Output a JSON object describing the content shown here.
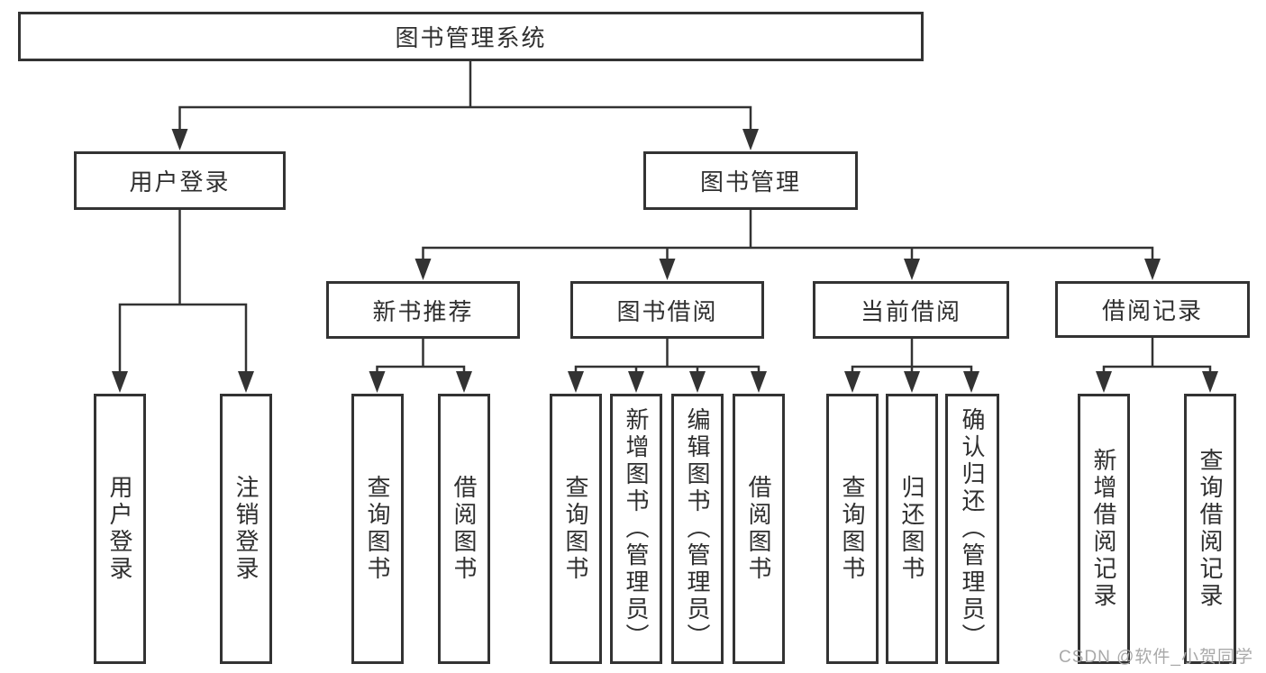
{
  "diagram": {
    "type": "hierarchy-tree",
    "tree": {
      "root": {
        "label": "图书管理系统",
        "children": [
          {
            "label": "用户登录",
            "children": [
              {
                "label": "用户登录"
              },
              {
                "label": "注销登录"
              }
            ]
          },
          {
            "label": "图书管理",
            "children": [
              {
                "label": "新书推荐",
                "children": [
                  {
                    "label": "查询图书"
                  },
                  {
                    "label": "借阅图书"
                  }
                ]
              },
              {
                "label": "图书借阅",
                "children": [
                  {
                    "label": "查询图书"
                  },
                  {
                    "label": "新增图书（管理员）"
                  },
                  {
                    "label": "编辑图书（管理员）"
                  },
                  {
                    "label": "借阅图书"
                  }
                ]
              },
              {
                "label": "当前借阅",
                "children": [
                  {
                    "label": "查询图书"
                  },
                  {
                    "label": "归还图书"
                  },
                  {
                    "label": "确认归还（管理员）"
                  }
                ]
              },
              {
                "label": "借阅记录",
                "children": [
                  {
                    "label": "新增借阅记录"
                  },
                  {
                    "label": "查询借阅记录"
                  }
                ]
              }
            ]
          }
        ]
      }
    },
    "colors": {
      "line": "#333333",
      "box_border": "#333333",
      "box_fill": "#ffffff",
      "text": "#2f2f2f",
      "background": "#ffffff"
    }
  },
  "watermark": {
    "text": "CSDN @软件_小贺同学",
    "color": "#a9a9a9"
  }
}
